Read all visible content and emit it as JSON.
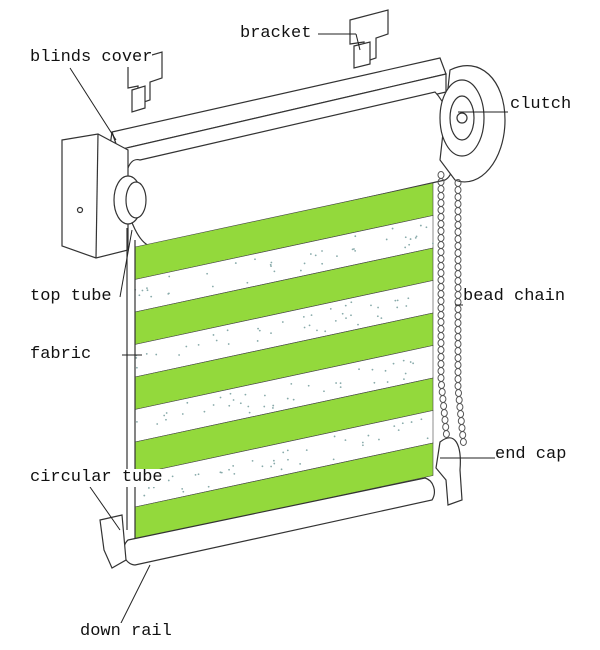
{
  "labels": {
    "bracket": "bracket",
    "blinds_cover": "blinds cover",
    "clutch": "clutch",
    "top_tube": "top tube",
    "bead_chain": "bead chain",
    "fabric": "fabric",
    "end_cap": "end cap",
    "circular_tube": "circular tube",
    "down_rail": "down rail"
  },
  "colors": {
    "stripe_green": "#93d93c",
    "stripe_white": "#ffffff",
    "line": "#333333"
  }
}
